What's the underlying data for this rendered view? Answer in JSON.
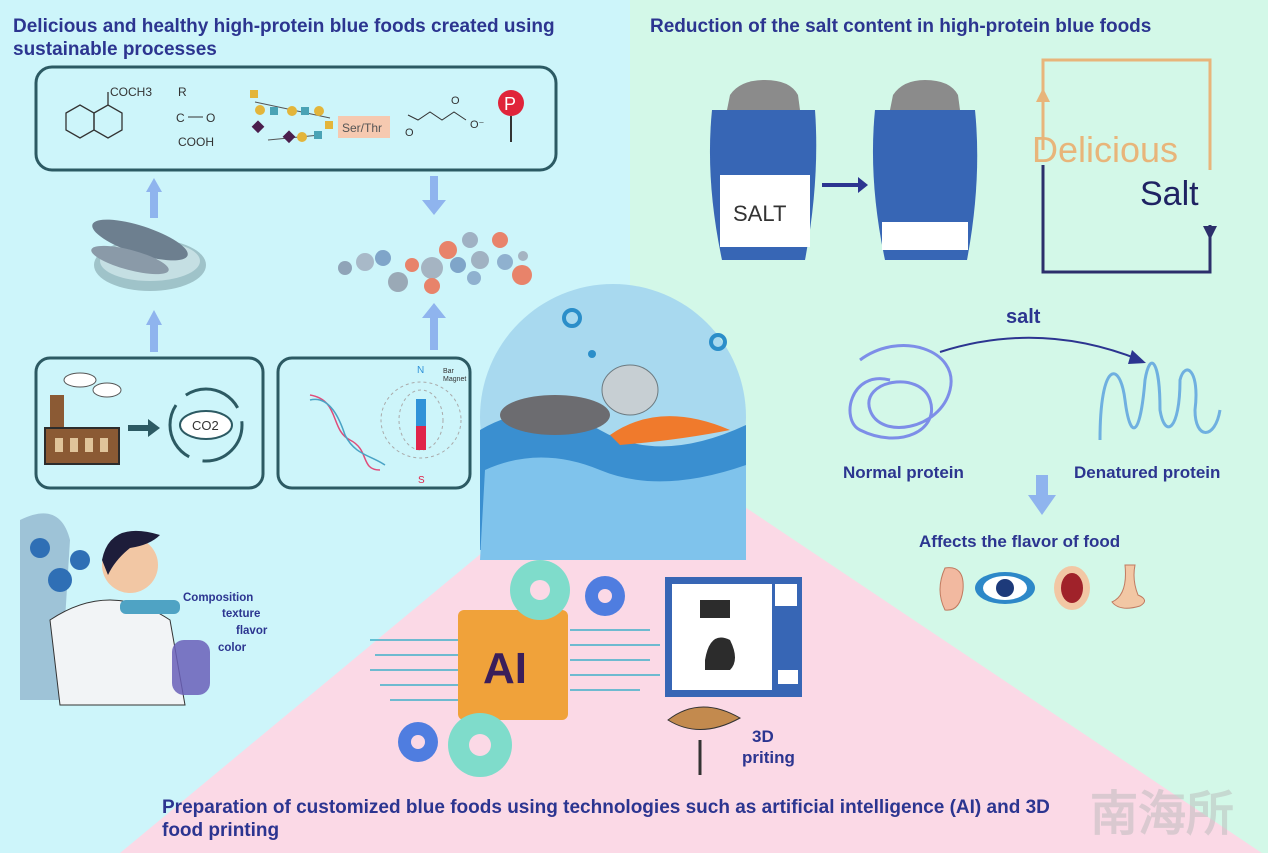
{
  "panels": {
    "top_left_title": "Delicious and healthy high-protein blue foods created using sustainable processes",
    "top_right_title": "Reduction of the salt content in high-protein blue foods",
    "bottom_title": "Preparation of customized blue foods using technologies such as artificial intelligence (AI) and 3D food printing"
  },
  "molecules": {
    "acetyl": "COCH3",
    "r_group": "R",
    "carbonyl_c": "C",
    "carbonyl_o": "O",
    "acid": "COOH",
    "glyco_site": "Ser/Thr",
    "keto_o1": "O",
    "keto_o2": "O",
    "carboxylate": "O⁻",
    "phospho": "P"
  },
  "processes": {
    "co2": "CO2",
    "magnet_n": "N",
    "magnet_s": "S",
    "magnet_label": "Bar Magnet"
  },
  "scientist": {
    "attributes": [
      "Composition",
      "texture",
      "flavor",
      "color"
    ]
  },
  "salt": {
    "shaker_label": "SALT",
    "delicious": "Delicious",
    "salt_word": "Salt",
    "arrow_label": "salt",
    "normal_protein": "Normal protein",
    "denatured_protein": "Denatured protein",
    "affects": "Affects the flavor of food"
  },
  "tech": {
    "ai": "AI",
    "printing": "3D\npriting",
    "printing_line1": "3D",
    "printing_line2": "priting"
  },
  "watermark": "南海所",
  "colors": {
    "cyan_bg": "#cdf5fa",
    "mint_bg": "#d3f8e8",
    "pink_bg": "#fbd9e6",
    "title": "#2c3590",
    "box_border": "#2c5a63",
    "arrow_blue": "#8fb4ee",
    "delicious": "#e8b57a"
  }
}
